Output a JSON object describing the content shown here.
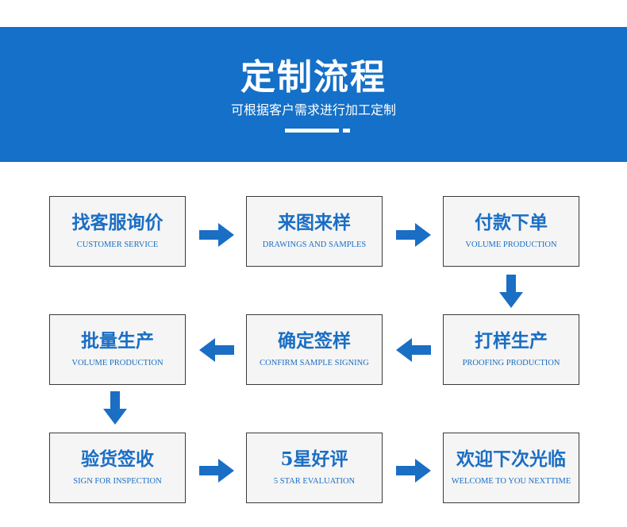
{
  "header": {
    "title": "定制流程",
    "subtitle": "可根据客户需求进行加工定制"
  },
  "colors": {
    "banner": "#1470c8",
    "accent": "#1a6ec4",
    "box_bg": "#f5f5f5"
  },
  "steps": [
    {
      "title": "找客服询价",
      "subtitle": "CUSTOMER SERVICE"
    },
    {
      "title": "来图来样",
      "subtitle": "DRAWINGS AND SAMPLES"
    },
    {
      "title": "付款下单",
      "subtitle": "VOLUME PRODUCTION"
    },
    {
      "title": "打样生产",
      "subtitle": "PROOFING PRODUCTION"
    },
    {
      "title": "确定签样",
      "subtitle": "CONFIRM SAMPLE SIGNING"
    },
    {
      "title": "批量生产",
      "subtitle": "VOLUME PRODUCTION"
    },
    {
      "title": "验货签收",
      "subtitle": "SIGN FOR INSPECTION"
    },
    {
      "title": "5星好评",
      "subtitle": "5 STAR EVALUATION"
    },
    {
      "title": "欢迎下次光临",
      "subtitle": "WELCOME TO YOU NEXTTIME"
    }
  ]
}
